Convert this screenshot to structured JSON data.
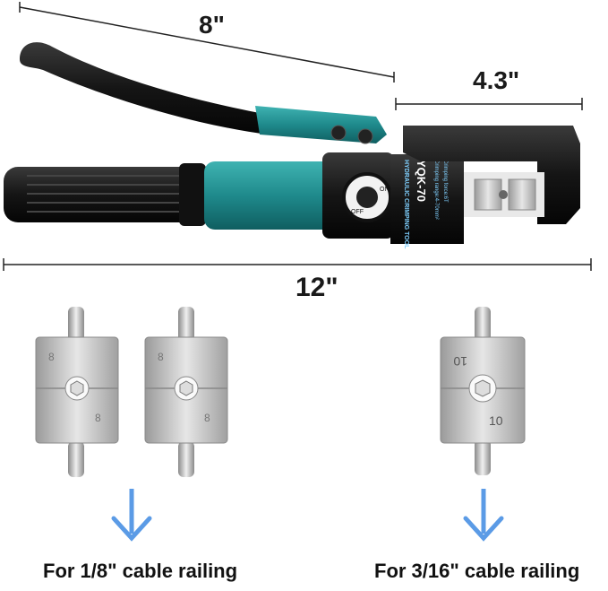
{
  "dimensions": {
    "handle_length": "8\"",
    "jaw_length": "4.3\"",
    "overall_length": "12\""
  },
  "tool": {
    "label_line1": "HYDRAULIC CRIMPING TOOL",
    "label_line2": "YQK-70",
    "label_line3": "Crimping range:4-70mm²",
    "label_line4": "Crimping force:6T",
    "valve_on": "ON",
    "valve_off": "OFF"
  },
  "dies": {
    "left_mark": "8",
    "right_mark": "10"
  },
  "captions": {
    "left": "For 1/8\" cable railing",
    "right": "For 3/16\" cable railing"
  },
  "colors": {
    "teal": "#1f8a8c",
    "arrow_blue": "#5b9be6",
    "black": "#151515",
    "steel": "#c8c8c8"
  }
}
